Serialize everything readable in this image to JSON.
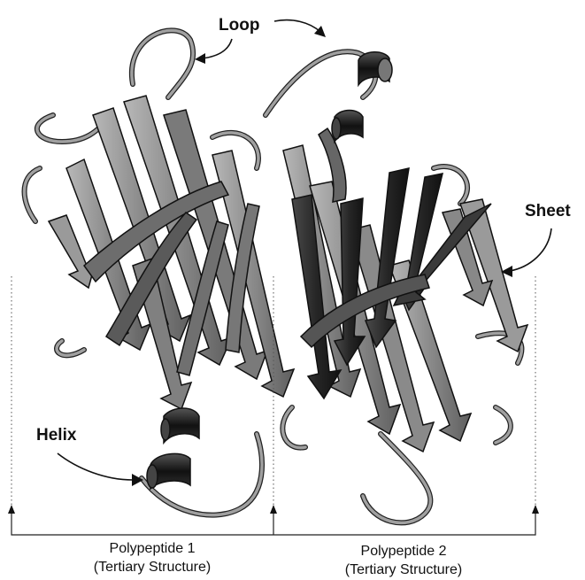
{
  "labels": {
    "loop": "Loop",
    "sheet": "Sheet",
    "helix": "Helix"
  },
  "captions": {
    "polypeptide_1": {
      "name": "Polypeptide 1",
      "structure": "(Tertiary Structure)"
    },
    "polypeptide_2": {
      "name": "Polypeptide 2",
      "structure": "(Tertiary Structure)"
    }
  },
  "colors": {
    "background": "#ffffff",
    "strand_light": "#8f8f8f",
    "strand_mid": "#6f6f6f",
    "strand_dark": "#262626",
    "helix": "#1a1a1a",
    "loop_tube": "#9a9a9a",
    "outline": "#111111"
  }
}
